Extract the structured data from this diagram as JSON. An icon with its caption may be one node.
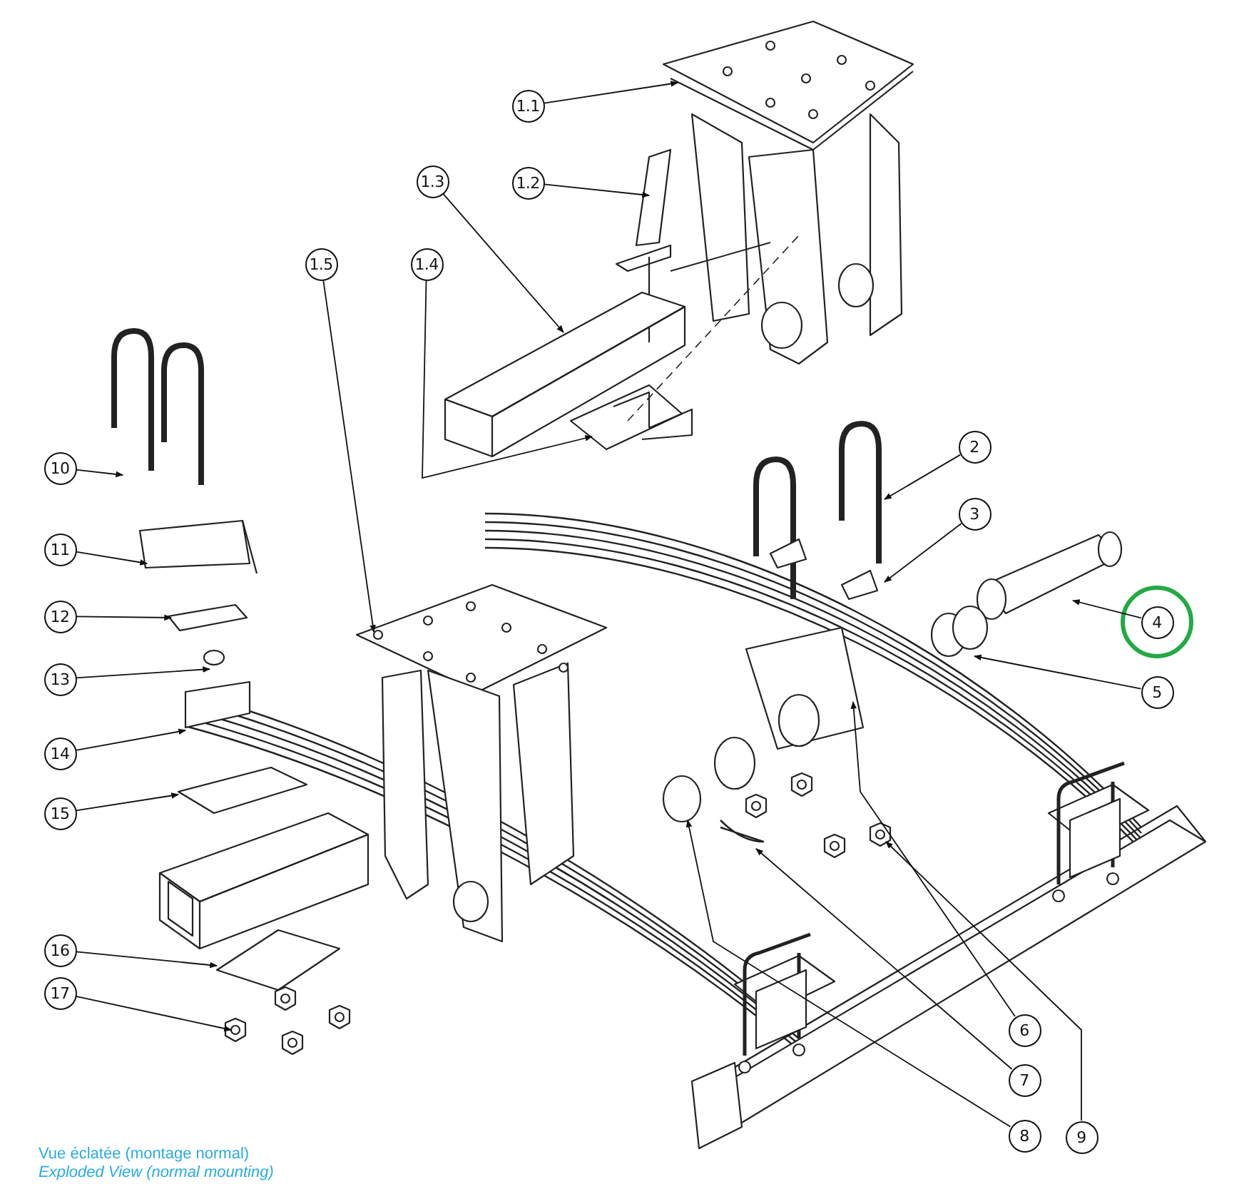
{
  "diagram": {
    "nodes": [
      {
        "text": [
          "1.1"
        ]
      },
      {
        "text": [
          "1.2"
        ]
      },
      {
        "text": [
          "1.3"
        ]
      },
      {
        "text": [
          "1.4"
        ]
      },
      {
        "text": [
          "1.5"
        ]
      },
      {
        "text": [
          "2"
        ]
      },
      {
        "text": [
          "3"
        ]
      },
      {
        "text": [
          "4"
        ]
      },
      {
        "text": [
          "5"
        ]
      },
      {
        "text": [
          "6"
        ]
      },
      {
        "text": [
          "7"
        ]
      },
      {
        "text": [
          "8"
        ]
      },
      {
        "text": [
          "9"
        ]
      },
      {
        "text": [
          "10"
        ]
      },
      {
        "text": [
          "11"
        ]
      },
      {
        "text": [
          "12"
        ]
      },
      {
        "text": [
          "13"
        ]
      },
      {
        "text": [
          "14"
        ]
      },
      {
        "text": [
          "15"
        ]
      },
      {
        "text": [
          "16"
        ]
      },
      {
        "text": [
          "17"
        ]
      }
    ],
    "edges": [
      {
        "from": 0,
        "to": null,
        "arrow": "to"
      },
      {
        "from": 1,
        "to": null,
        "arrow": "to"
      },
      {
        "from": 2,
        "to": null,
        "arrow": "to"
      },
      {
        "from": 3,
        "to": null,
        "arrow": "to"
      },
      {
        "from": 4,
        "to": null,
        "arrow": "to"
      },
      {
        "from": 5,
        "to": null,
        "arrow": "to"
      },
      {
        "from": 6,
        "to": null,
        "arrow": "to"
      },
      {
        "from": 7,
        "to": null,
        "arrow": "to"
      },
      {
        "from": 8,
        "to": null,
        "arrow": "to"
      },
      {
        "from": 9,
        "to": null,
        "arrow": "to"
      },
      {
        "from": 10,
        "to": null,
        "arrow": "to"
      },
      {
        "from": 11,
        "to": null,
        "arrow": "to"
      },
      {
        "from": 12,
        "to": null,
        "arrow": "to"
      },
      {
        "from": 13,
        "to": null,
        "arrow": "to"
      },
      {
        "from": 14,
        "to": null,
        "arrow": "to"
      },
      {
        "from": 15,
        "to": null,
        "arrow": "to"
      },
      {
        "from": 16,
        "to": null,
        "arrow": "to"
      },
      {
        "from": 17,
        "to": null,
        "arrow": "to"
      },
      {
        "from": 18,
        "to": null,
        "arrow": "to"
      },
      {
        "from": 19,
        "to": null,
        "arrow": "to"
      },
      {
        "from": 20,
        "to": null,
        "arrow": "to"
      }
    ],
    "labels": [
      "Vue éclatée (montage normal)",
      "Exploded View (normal mounting)"
    ]
  }
}
